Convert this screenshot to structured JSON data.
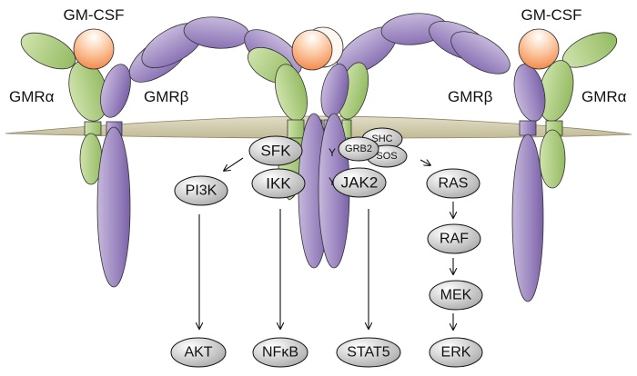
{
  "labels": {
    "ligand_left": "GM-CSF",
    "ligand_right": "GM-CSF",
    "alpha_left": "GMRα",
    "beta_left": "GMRβ",
    "beta_right": "GMRβ",
    "alpha_right": "GMRα",
    "tyrosine_1": "Y",
    "tyrosine_2": "Y"
  },
  "nodes": {
    "sfk": "SFK",
    "ikk": "IKK",
    "pi3k": "PI3K",
    "grb2": "GRB2",
    "shc": "SHC",
    "sos": "SOS",
    "jak2": "JAK2",
    "ras": "RAS",
    "raf": "RAF",
    "mek": "MEK",
    "erk": "ERK",
    "akt": "AKT",
    "nfkb": "NFκB",
    "stat5": "STAT5"
  },
  "colors": {
    "alpha_receptor": "#a9c97a",
    "beta_receptor": "#9b86c0",
    "ligand": "#f5a06a",
    "membrane": "#d3cdb0",
    "node_fill": "#d0d0d0"
  }
}
